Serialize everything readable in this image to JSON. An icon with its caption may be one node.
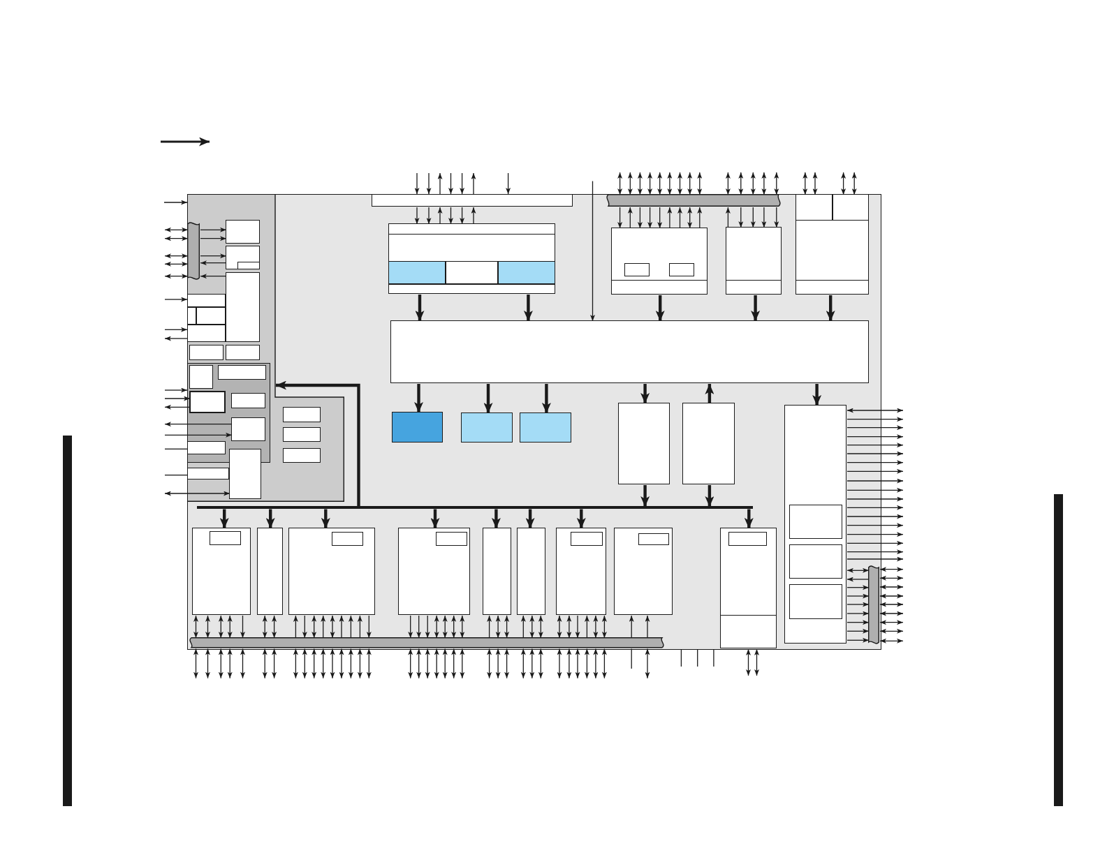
{
  "diagram": {
    "nodes": [
      {
        "text": [],
        "shape": "box"
      },
      {
        "text": [],
        "shape": "box",
        "in": 0
      },
      {
        "text": [],
        "shape": "bar",
        "in": 1
      },
      {
        "text": [],
        "shape": "box",
        "in": 1
      },
      {
        "text": [],
        "shape": "box",
        "in": 1
      },
      {
        "text": [],
        "shape": "box",
        "in": 4
      },
      {
        "text": [],
        "shape": "box",
        "in": 1
      },
      {
        "text": [],
        "shape": "box",
        "in": 1
      },
      {
        "text": [],
        "shape": "box",
        "in": 1
      },
      {
        "text": [],
        "shape": "box",
        "in": 1
      },
      {
        "text": [],
        "shape": "box",
        "in": 1
      },
      {
        "text": [],
        "shape": "box",
        "in": 1
      },
      {
        "text": [],
        "shape": "box",
        "in": 1
      },
      {
        "text": [],
        "shape": "box",
        "in": 1
      },
      {
        "text": [],
        "shape": "box",
        "in": 13
      },
      {
        "text": [],
        "shape": "box",
        "in": 13
      },
      {
        "text": [],
        "shape": "box",
        "in": 13
      },
      {
        "text": [],
        "shape": "box",
        "in": 13
      },
      {
        "text": [],
        "shape": "box",
        "in": 13
      },
      {
        "text": [],
        "shape": "box",
        "in": 13
      },
      {
        "text": [],
        "shape": "box",
        "in": 1
      },
      {
        "text": [],
        "shape": "box",
        "in": 1
      },
      {
        "text": [],
        "shape": "box",
        "in": 1
      },
      {
        "text": [],
        "shape": "box",
        "in": 1
      },
      {
        "text": [],
        "shape": "box",
        "in": 1
      },
      {
        "text": [],
        "shape": "box",
        "in": 0
      },
      {
        "text": [],
        "shape": "box",
        "in": 0
      },
      {
        "text": [],
        "shape": "box",
        "in": 26
      },
      {
        "text": [],
        "shape": "box",
        "in": 26
      },
      {
        "text": [],
        "shape": "box",
        "in": 26
      },
      {
        "text": [],
        "shape": "box",
        "in": 26
      },
      {
        "text": [],
        "shape": "box",
        "in": 26
      },
      {
        "text": [],
        "shape": "bar",
        "in": 0
      },
      {
        "text": [],
        "shape": "box",
        "in": 0
      },
      {
        "text": [],
        "shape": "box",
        "in": 33
      },
      {
        "text": [],
        "shape": "box",
        "in": 33
      },
      {
        "text": [],
        "shape": "box",
        "in": 33
      },
      {
        "text": [],
        "shape": "box",
        "in": 0
      },
      {
        "text": [],
        "shape": "box",
        "in": 37
      },
      {
        "text": [],
        "shape": "box",
        "in": 0
      },
      {
        "text": [],
        "shape": "box",
        "in": 39
      },
      {
        "text": [],
        "shape": "box",
        "in": 39
      },
      {
        "text": [],
        "shape": "box",
        "in": 39
      },
      {
        "text": [],
        "shape": "box",
        "in": 0
      },
      {
        "text": [],
        "shape": "box",
        "in": 0
      },
      {
        "text": [],
        "shape": "box",
        "in": 0
      },
      {
        "text": [],
        "shape": "box",
        "in": 0
      },
      {
        "text": [],
        "shape": "box",
        "in": 0
      },
      {
        "text": [],
        "shape": "box",
        "in": 0
      },
      {
        "text": [],
        "shape": "box",
        "in": 0
      },
      {
        "text": [],
        "shape": "box",
        "in": 49
      },
      {
        "text": [],
        "shape": "box",
        "in": 49
      },
      {
        "text": [],
        "shape": "box",
        "in": 49
      },
      {
        "text": [],
        "shape": "bar",
        "in": 0
      },
      {
        "text": [],
        "shape": "bar",
        "in": 0
      },
      {
        "text": [],
        "shape": "box",
        "in": 0
      },
      {
        "text": [],
        "shape": "box",
        "in": 55
      },
      {
        "text": [],
        "shape": "box",
        "in": 0
      },
      {
        "text": [],
        "shape": "box",
        "in": 0
      },
      {
        "text": [],
        "shape": "box",
        "in": 58
      },
      {
        "text": [],
        "shape": "box",
        "in": 0
      },
      {
        "text": [],
        "shape": "box",
        "in": 60
      },
      {
        "text": [],
        "shape": "box",
        "in": 0
      },
      {
        "text": [],
        "shape": "box",
        "in": 0
      },
      {
        "text": [],
        "shape": "box",
        "in": 0
      },
      {
        "text": [],
        "shape": "box",
        "in": 64
      },
      {
        "text": [],
        "shape": "box",
        "in": 0
      },
      {
        "text": [],
        "shape": "box",
        "in": 66
      },
      {
        "text": [],
        "shape": "box",
        "in": 0
      },
      {
        "text": [],
        "shape": "box",
        "in": 68
      },
      {
        "text": [],
        "shape": "box",
        "in": 68
      },
      {
        "text": [],
        "shape": "bar",
        "in": 0
      }
    ],
    "edges": [
      {
        "from": null,
        "to": 1,
        "arrow": "to"
      },
      {
        "from": null,
        "to": 2,
        "arrow": "both"
      },
      {
        "from": null,
        "to": 2,
        "arrow": "both"
      },
      {
        "from": null,
        "to": 2,
        "arrow": "both"
      },
      {
        "from": null,
        "to": 2,
        "arrow": "both"
      },
      {
        "from": null,
        "to": 2,
        "arrow": "both"
      },
      {
        "from": 2,
        "to": 3,
        "arrow": "to"
      },
      {
        "from": 2,
        "to": 3,
        "arrow": "to"
      },
      {
        "from": 2,
        "to": 4,
        "arrow": "to"
      },
      {
        "from": 4,
        "to": 2,
        "arrow": "to"
      },
      {
        "from": 6,
        "to": 2,
        "arrow": "to"
      },
      {
        "from": null,
        "to": 7,
        "arrow": "to"
      },
      {
        "from": null,
        "to": 10,
        "arrow": "to"
      },
      {
        "from": 10,
        "to": null,
        "arrow": "to"
      },
      {
        "from": null,
        "to": 13,
        "arrow": "to"
      },
      {
        "from": null,
        "to": 16,
        "arrow": "to"
      },
      {
        "from": 16,
        "to": null,
        "arrow": "to"
      },
      {
        "from": 18,
        "to": null,
        "arrow": "to"
      },
      {
        "from": null,
        "to": 18,
        "arrow": "to"
      },
      {
        "from": null,
        "to": 19,
        "arrow": "none"
      },
      {
        "from": null,
        "to": 21,
        "arrow": "none"
      },
      {
        "from": null,
        "to": 20,
        "arrow": "both"
      },
      {
        "from": 54,
        "to": 1,
        "arrow": "to",
        "style": "thick"
      },
      {
        "from": null,
        "to": 25,
        "arrow": "to"
      },
      {
        "from": null,
        "to": 25,
        "arrow": "to"
      },
      {
        "from": 25,
        "to": null,
        "arrow": "to"
      },
      {
        "from": null,
        "to": 25,
        "arrow": "to"
      },
      {
        "from": null,
        "to": 25,
        "arrow": "to"
      },
      {
        "from": 25,
        "to": null,
        "arrow": "to"
      },
      {
        "from": null,
        "to": 25,
        "arrow": "to"
      },
      {
        "from": 25,
        "to": 26,
        "arrow": "to"
      },
      {
        "from": 25,
        "to": 26,
        "arrow": "to"
      },
      {
        "from": 26,
        "to": 25,
        "arrow": "to"
      },
      {
        "from": 25,
        "to": 26,
        "arrow": "to"
      },
      {
        "from": 25,
        "to": 26,
        "arrow": "to"
      },
      {
        "from": 26,
        "to": 25,
        "arrow": "to"
      },
      {
        "from": null,
        "to": 43,
        "arrow": "to"
      },
      {
        "from": null,
        "to": 32,
        "arrow": "both"
      },
      {
        "from": null,
        "to": 32,
        "arrow": "both"
      },
      {
        "from": null,
        "to": 32,
        "arrow": "both"
      },
      {
        "from": null,
        "to": 32,
        "arrow": "both"
      },
      {
        "from": null,
        "to": 32,
        "arrow": "both"
      },
      {
        "from": null,
        "to": 32,
        "arrow": "both"
      },
      {
        "from": null,
        "to": 32,
        "arrow": "both"
      },
      {
        "from": null,
        "to": 32,
        "arrow": "both"
      },
      {
        "from": null,
        "to": 32,
        "arrow": "both"
      },
      {
        "from": null,
        "to": 32,
        "arrow": "both"
      },
      {
        "from": null,
        "to": 32,
        "arrow": "both"
      },
      {
        "from": null,
        "to": 32,
        "arrow": "both"
      },
      {
        "from": null,
        "to": 32,
        "arrow": "both"
      },
      {
        "from": null,
        "to": 32,
        "arrow": "both"
      },
      {
        "from": null,
        "to": 40,
        "arrow": "both"
      },
      {
        "from": null,
        "to": 40,
        "arrow": "both"
      },
      {
        "from": null,
        "to": 41,
        "arrow": "both"
      },
      {
        "from": null,
        "to": 41,
        "arrow": "both"
      },
      {
        "from": 32,
        "to": 33,
        "arrow": "to"
      },
      {
        "from": 33,
        "to": 32,
        "arrow": "to"
      },
      {
        "from": 32,
        "to": 33,
        "arrow": "to"
      },
      {
        "from": 32,
        "to": 33,
        "arrow": "to"
      },
      {
        "from": 32,
        "to": 33,
        "arrow": "to"
      },
      {
        "from": 33,
        "to": 32,
        "arrow": "to"
      },
      {
        "from": 33,
        "to": 32,
        "arrow": "to"
      },
      {
        "from": 32,
        "to": 33,
        "arrow": "both"
      },
      {
        "from": 33,
        "to": 32,
        "arrow": "to"
      },
      {
        "from": 37,
        "to": 32,
        "arrow": "to"
      },
      {
        "from": 32,
        "to": 37,
        "arrow": "to"
      },
      {
        "from": 32,
        "to": 37,
        "arrow": "to"
      },
      {
        "from": 32,
        "to": 37,
        "arrow": "to"
      },
      {
        "from": 32,
        "to": 37,
        "arrow": "to"
      },
      {
        "from": 26,
        "to": 43,
        "arrow": "to",
        "style": "thick"
      },
      {
        "from": 26,
        "to": 43,
        "arrow": "to",
        "style": "thick"
      },
      {
        "from": 33,
        "to": 43,
        "arrow": "to",
        "style": "thick"
      },
      {
        "from": 37,
        "to": 43,
        "arrow": "to",
        "style": "thick"
      },
      {
        "from": 39,
        "to": 43,
        "arrow": "to",
        "style": "thick"
      },
      {
        "from": 43,
        "to": 44,
        "arrow": "to",
        "style": "thick"
      },
      {
        "from": 43,
        "to": 45,
        "arrow": "to",
        "style": "thick"
      },
      {
        "from": 43,
        "to": 46,
        "arrow": "to",
        "style": "thick"
      },
      {
        "from": 43,
        "to": 47,
        "arrow": "to",
        "style": "thick"
      },
      {
        "from": 48,
        "to": 43,
        "arrow": "to",
        "style": "thick"
      },
      {
        "from": 43,
        "to": 49,
        "arrow": "to",
        "style": "thick"
      },
      {
        "from": 47,
        "to": 54,
        "arrow": "to",
        "style": "thick"
      },
      {
        "from": 48,
        "to": 54,
        "arrow": "to",
        "style": "thick"
      },
      {
        "from": 54,
        "to": 55,
        "arrow": "to",
        "style": "thick"
      },
      {
        "from": 54,
        "to": 57,
        "arrow": "to",
        "style": "thick"
      },
      {
        "from": 54,
        "to": 58,
        "arrow": "to",
        "style": "thick"
      },
      {
        "from": 54,
        "to": 60,
        "arrow": "to",
        "style": "thick"
      },
      {
        "from": 54,
        "to": 62,
        "arrow": "to",
        "style": "thick"
      },
      {
        "from": 54,
        "to": 63,
        "arrow": "to",
        "style": "thick"
      },
      {
        "from": 54,
        "to": 64,
        "arrow": "to",
        "style": "thick"
      },
      {
        "from": 54,
        "to": 68,
        "arrow": "to",
        "style": "thick"
      },
      {
        "from": 49,
        "to": null,
        "arrow": "both"
      },
      {
        "from": 49,
        "to": null,
        "arrow": "to"
      },
      {
        "from": 49,
        "to": null,
        "arrow": "to"
      },
      {
        "from": 49,
        "to": null,
        "arrow": "to"
      },
      {
        "from": 49,
        "to": null,
        "arrow": "to"
      },
      {
        "from": 49,
        "to": null,
        "arrow": "to"
      },
      {
        "from": 49,
        "to": null,
        "arrow": "to"
      },
      {
        "from": 49,
        "to": null,
        "arrow": "to"
      },
      {
        "from": 49,
        "to": null,
        "arrow": "to"
      },
      {
        "from": 49,
        "to": null,
        "arrow": "to"
      },
      {
        "from": 49,
        "to": null,
        "arrow": "to"
      },
      {
        "from": 49,
        "to": null,
        "arrow": "to"
      },
      {
        "from": 49,
        "to": null,
        "arrow": "to"
      },
      {
        "from": 49,
        "to": null,
        "arrow": "to"
      },
      {
        "from": 49,
        "to": null,
        "arrow": "to"
      },
      {
        "from": 49,
        "to": null,
        "arrow": "to"
      },
      {
        "from": 49,
        "to": null,
        "arrow": "to"
      },
      {
        "from": 49,
        "to": null,
        "arrow": "to"
      },
      {
        "from": 49,
        "to": 53,
        "arrow": "both"
      },
      {
        "from": 53,
        "to": 49,
        "arrow": "to"
      },
      {
        "from": 49,
        "to": 53,
        "arrow": "to"
      },
      {
        "from": 49,
        "to": 53,
        "arrow": "to"
      },
      {
        "from": 49,
        "to": 53,
        "arrow": "to"
      },
      {
        "from": 49,
        "to": 53,
        "arrow": "to"
      },
      {
        "from": 49,
        "to": 53,
        "arrow": "to"
      },
      {
        "from": 49,
        "to": 53,
        "arrow": "to"
      },
      {
        "from": 49,
        "to": 53,
        "arrow": "to"
      },
      {
        "from": 53,
        "to": null,
        "arrow": "both"
      },
      {
        "from": 53,
        "to": null,
        "arrow": "both"
      },
      {
        "from": 53,
        "to": null,
        "arrow": "both"
      },
      {
        "from": 53,
        "to": null,
        "arrow": "both"
      },
      {
        "from": 53,
        "to": null,
        "arrow": "both"
      },
      {
        "from": 53,
        "to": null,
        "arrow": "both"
      },
      {
        "from": 53,
        "to": null,
        "arrow": "both"
      },
      {
        "from": 53,
        "to": null,
        "arrow": "both"
      },
      {
        "from": 53,
        "to": null,
        "arrow": "both"
      },
      {
        "from": null,
        "to": 70,
        "arrow": "both"
      },
      {
        "from": null,
        "to": 70,
        "arrow": "both"
      },
      {
        "from": 0,
        "to": null,
        "arrow": "none"
      },
      {
        "from": 0,
        "to": null,
        "arrow": "none"
      },
      {
        "from": 0,
        "to": null,
        "arrow": "none"
      },
      {
        "from": 55,
        "to": 71,
        "arrow": "both"
      },
      {
        "from": 55,
        "to": 71,
        "arrow": "both"
      },
      {
        "from": 55,
        "to": 71,
        "arrow": "both"
      },
      {
        "from": 55,
        "to": 71,
        "arrow": "both"
      },
      {
        "from": 55,
        "to": 71,
        "arrow": "to"
      },
      {
        "from": 57,
        "to": 71,
        "arrow": "both"
      },
      {
        "from": 57,
        "to": 71,
        "arrow": "both"
      },
      {
        "from": 71,
        "to": 58,
        "arrow": "to"
      },
      {
        "from": 58,
        "to": 71,
        "arrow": "to"
      },
      {
        "from": 58,
        "to": 71,
        "arrow": "both"
      },
      {
        "from": 71,
        "to": 58,
        "arrow": "to"
      },
      {
        "from": 58,
        "to": 71,
        "arrow": "both"
      },
      {
        "from": 71,
        "to": 58,
        "arrow": "to"
      },
      {
        "from": 71,
        "to": 58,
        "arrow": "to"
      },
      {
        "from": 71,
        "to": 58,
        "arrow": "to"
      },
      {
        "from": 58,
        "to": 71,
        "arrow": "to"
      },
      {
        "from": 60,
        "to": 71,
        "arrow": "to"
      },
      {
        "from": 60,
        "to": 71,
        "arrow": "to"
      },
      {
        "from": 60,
        "to": 71,
        "arrow": "to"
      },
      {
        "from": 60,
        "to": 71,
        "arrow": "both"
      },
      {
        "from": 60,
        "to": 71,
        "arrow": "both"
      },
      {
        "from": 60,
        "to": 71,
        "arrow": "both"
      },
      {
        "from": 60,
        "to": 71,
        "arrow": "both"
      },
      {
        "from": 71,
        "to": 62,
        "arrow": "to"
      },
      {
        "from": 62,
        "to": 71,
        "arrow": "both"
      },
      {
        "from": 62,
        "to": 71,
        "arrow": "both"
      },
      {
        "from": 71,
        "to": 63,
        "arrow": "to"
      },
      {
        "from": 63,
        "to": 71,
        "arrow": "both"
      },
      {
        "from": 63,
        "to": 71,
        "arrow": "both"
      },
      {
        "from": 64,
        "to": 71,
        "arrow": "both"
      },
      {
        "from": 64,
        "to": 71,
        "arrow": "both"
      },
      {
        "from": 64,
        "to": 71,
        "arrow": "to"
      },
      {
        "from": 71,
        "to": 64,
        "arrow": "to"
      },
      {
        "from": 64,
        "to": 71,
        "arrow": "both"
      },
      {
        "from": 64,
        "to": 71,
        "arrow": "both"
      },
      {
        "from": 71,
        "to": 66,
        "arrow": "to"
      },
      {
        "from": 71,
        "to": 66,
        "arrow": "to"
      },
      {
        "from": null,
        "to": 71,
        "arrow": "both"
      },
      {
        "from": null,
        "to": 71,
        "arrow": "both"
      },
      {
        "from": null,
        "to": 71,
        "arrow": "both"
      },
      {
        "from": null,
        "to": 71,
        "arrow": "both"
      },
      {
        "from": null,
        "to": 71,
        "arrow": "both"
      },
      {
        "from": null,
        "to": 71,
        "arrow": "both"
      },
      {
        "from": null,
        "to": 71,
        "arrow": "both"
      },
      {
        "from": null,
        "to": 71,
        "arrow": "both"
      },
      {
        "from": null,
        "to": 71,
        "arrow": "both"
      },
      {
        "from": null,
        "to": 71,
        "arrow": "both"
      },
      {
        "from": null,
        "to": 71,
        "arrow": "both"
      },
      {
        "from": null,
        "to": 71,
        "arrow": "both"
      },
      {
        "from": null,
        "to": 71,
        "arrow": "both"
      },
      {
        "from": null,
        "to": 71,
        "arrow": "both"
      },
      {
        "from": null,
        "to": 71,
        "arrow": "both"
      },
      {
        "from": null,
        "to": 71,
        "arrow": "both"
      },
      {
        "from": null,
        "to": 71,
        "arrow": "both"
      },
      {
        "from": null,
        "to": 71,
        "arrow": "both"
      },
      {
        "from": null,
        "to": 71,
        "arrow": "both"
      },
      {
        "from": null,
        "to": 71,
        "arrow": "both"
      },
      {
        "from": null,
        "to": 71,
        "arrow": "both"
      },
      {
        "from": null,
        "to": 71,
        "arrow": "both"
      },
      {
        "from": null,
        "to": 71,
        "arrow": "both"
      },
      {
        "from": null,
        "to": 71,
        "arrow": "both"
      },
      {
        "from": null,
        "to": 71,
        "arrow": "both"
      },
      {
        "from": null,
        "to": 71,
        "arrow": "both"
      },
      {
        "from": null,
        "to": 71,
        "arrow": "both"
      },
      {
        "from": null,
        "to": 71,
        "arrow": "both"
      },
      {
        "from": null,
        "to": 71,
        "arrow": "both"
      },
      {
        "from": null,
        "to": 71,
        "arrow": "both"
      },
      {
        "from": null,
        "to": 71,
        "arrow": "both"
      },
      {
        "from": null,
        "to": 71,
        "arrow": "both"
      },
      {
        "from": null,
        "to": 71,
        "arrow": "both"
      },
      {
        "from": null,
        "to": 71,
        "arrow": "both"
      },
      {
        "from": null,
        "to": 71,
        "arrow": "both"
      },
      {
        "from": 71,
        "to": null,
        "arrow": "none"
      },
      {
        "from": null,
        "to": 71,
        "arrow": "both"
      }
    ]
  }
}
